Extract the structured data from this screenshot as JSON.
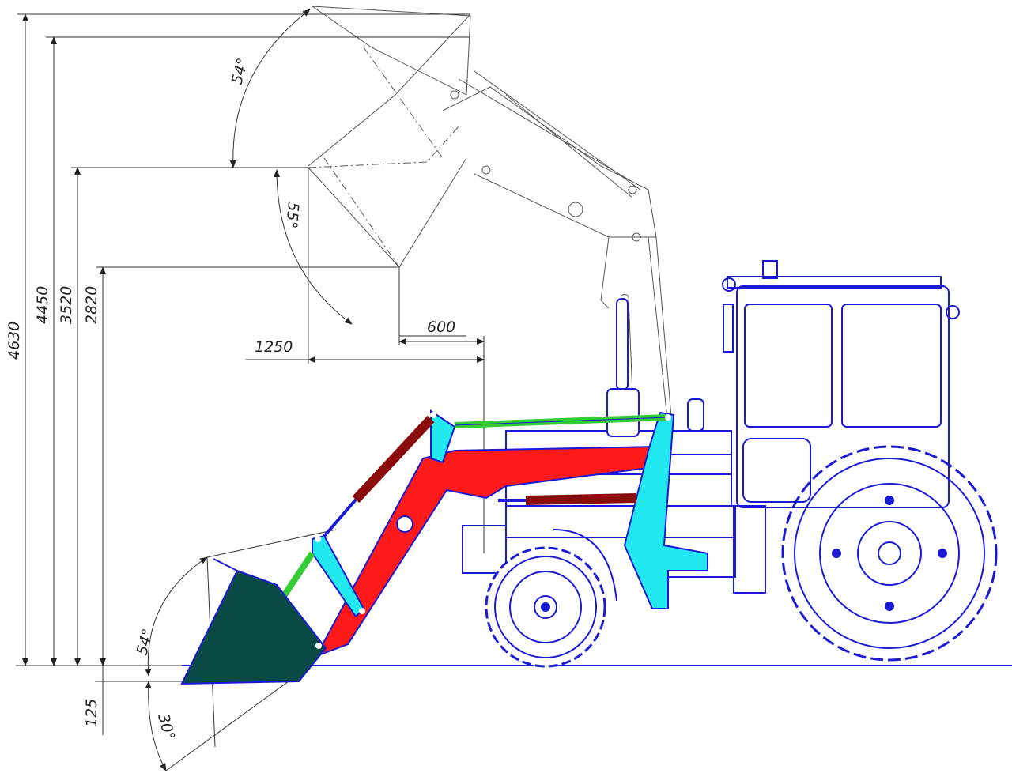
{
  "drawing": {
    "heights": {
      "h4630": "4630",
      "h4450": "4450",
      "h3520": "3520",
      "h2820": "2820",
      "h125": "125"
    },
    "horizontals": {
      "d1250": "1250",
      "d600": "600"
    },
    "angles": {
      "top": "54°",
      "mid": "55°",
      "bottom": "54°",
      "dig": "30°"
    }
  },
  "colors": {
    "boom": "#ff1a1a",
    "bracket": "#22e8f0",
    "cylinder": "#8b0c0c",
    "link": "#33cc33",
    "bucket": "#0a4a45",
    "tractor": "#1a1ad6"
  }
}
